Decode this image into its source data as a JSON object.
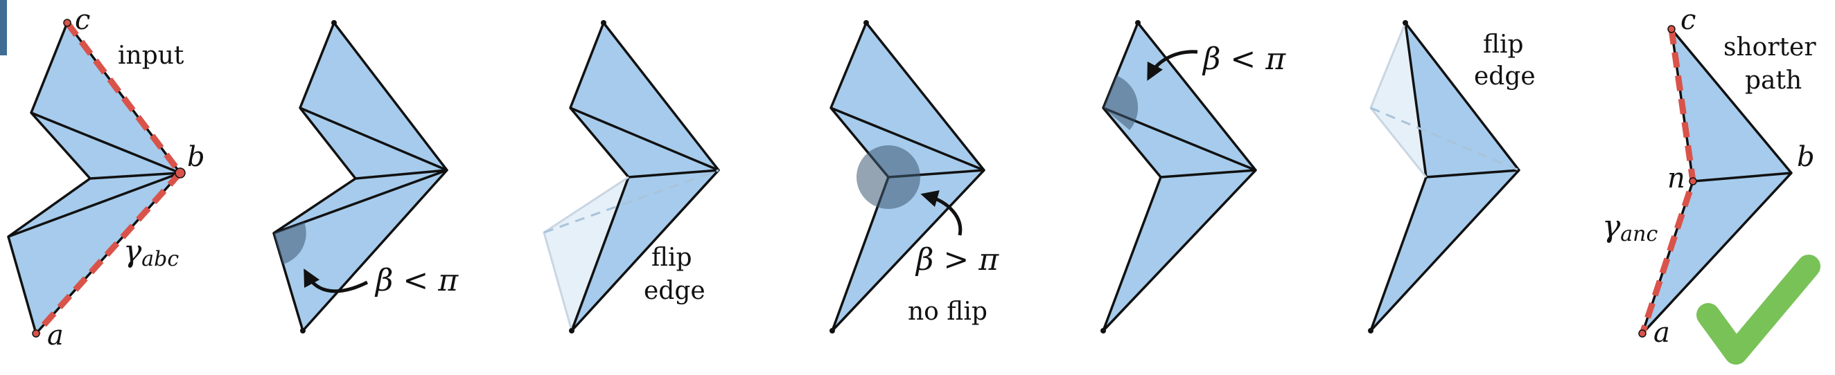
{
  "colors": {
    "fill": "#a6cbec",
    "fill_faded": "#e6f0f9",
    "stroke": "#111111",
    "angle_marker": "#3e5a72",
    "path_dash": "#d9534a",
    "check": "#79c257"
  },
  "panels": [
    {
      "id": "input",
      "text_label": "input",
      "vertex_labels": {
        "a": "a",
        "b": "b",
        "c": "c"
      },
      "path_label": "γabc",
      "path_label_main": "γ",
      "path_label_sub": "abc"
    },
    {
      "id": "angle-small-1",
      "angle_label": "β < π"
    },
    {
      "id": "flip-1",
      "text_label_line1": "flip",
      "text_label_line2": "edge"
    },
    {
      "id": "angle-large",
      "angle_label": "β > π",
      "text_label": "no flip"
    },
    {
      "id": "angle-small-2",
      "angle_label": "β < π"
    },
    {
      "id": "flip-2",
      "text_label_line1": "flip",
      "text_label_line2": "edge"
    },
    {
      "id": "result",
      "text_label_line1": "shorter",
      "text_label_line2": "path",
      "vertex_labels": {
        "a": "a",
        "b": "b",
        "c": "c",
        "n": "n"
      },
      "path_label": "γanc",
      "path_label_main": "γ",
      "path_label_sub": "anc",
      "check_icon": "check-mark-icon"
    }
  ]
}
